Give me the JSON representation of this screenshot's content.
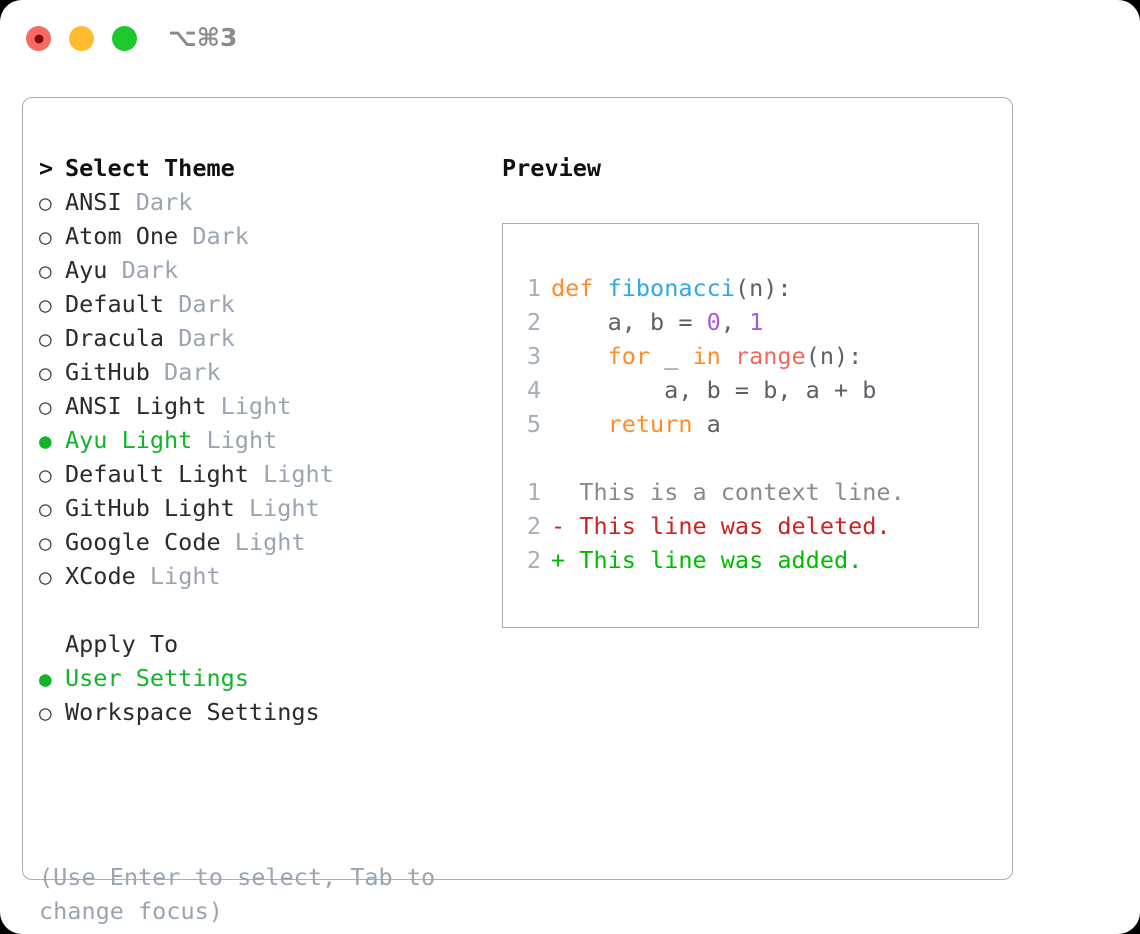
{
  "titlebar": {
    "shortcut": "⌥⌘3",
    "lights": [
      {
        "name": "close",
        "color": "#fa6a61"
      },
      {
        "name": "minimize",
        "color": "#febc2e"
      },
      {
        "name": "zoom",
        "color": "#1fc72f"
      }
    ]
  },
  "left": {
    "heading_marker": ">",
    "heading": "Select Theme",
    "themes": [
      {
        "marker": "○",
        "name": "ANSI",
        "tag": "Dark",
        "selected": false
      },
      {
        "marker": "○",
        "name": "Atom One",
        "tag": "Dark",
        "selected": false
      },
      {
        "marker": "○",
        "name": "Ayu",
        "tag": "Dark",
        "selected": false
      },
      {
        "marker": "○",
        "name": "Default",
        "tag": "Dark",
        "selected": false
      },
      {
        "marker": "○",
        "name": "Dracula",
        "tag": "Dark",
        "selected": false
      },
      {
        "marker": "○",
        "name": "GitHub",
        "tag": "Dark",
        "selected": false
      },
      {
        "marker": "○",
        "name": "ANSI Light",
        "tag": "Light",
        "selected": false
      },
      {
        "marker": "●",
        "name": "Ayu Light",
        "tag": "Light",
        "selected": true
      },
      {
        "marker": "○",
        "name": "Default Light",
        "tag": "Light",
        "selected": false
      },
      {
        "marker": "○",
        "name": "GitHub Light",
        "tag": "Light",
        "selected": false
      },
      {
        "marker": "○",
        "name": "Google Code",
        "tag": "Light",
        "selected": false
      },
      {
        "marker": "○",
        "name": "XCode",
        "tag": "Light",
        "selected": false
      }
    ],
    "apply_to_heading": "Apply To",
    "apply_to": [
      {
        "marker": "●",
        "name": "User Settings",
        "selected": true
      },
      {
        "marker": "○",
        "name": "Workspace Settings",
        "selected": false
      }
    ],
    "hint": "(Use Enter to select, Tab to change focus)"
  },
  "right": {
    "preview_label": "Preview",
    "code_lines": [
      {
        "num": "1",
        "tokens": [
          {
            "t": "def",
            "c": "kw"
          },
          {
            "t": " ",
            "c": "punct"
          },
          {
            "t": "fibonacci",
            "c": "fn"
          },
          {
            "t": "(n):",
            "c": "punct"
          }
        ]
      },
      {
        "num": "2",
        "tokens": [
          {
            "t": "    a, b = ",
            "c": "ident"
          },
          {
            "t": "0",
            "c": "num"
          },
          {
            "t": ", ",
            "c": "ident"
          },
          {
            "t": "1",
            "c": "num"
          }
        ]
      },
      {
        "num": "3",
        "tokens": [
          {
            "t": "    ",
            "c": "ident"
          },
          {
            "t": "for",
            "c": "kw"
          },
          {
            "t": " _ ",
            "c": "ident"
          },
          {
            "t": "in",
            "c": "kw"
          },
          {
            "t": " ",
            "c": "ident"
          },
          {
            "t": "range",
            "c": "bi"
          },
          {
            "t": "(n):",
            "c": "punct"
          }
        ]
      },
      {
        "num": "4",
        "tokens": [
          {
            "t": "        a, b = b, a + b",
            "c": "ident"
          }
        ]
      },
      {
        "num": "5",
        "tokens": [
          {
            "t": "    ",
            "c": "ident"
          },
          {
            "t": "return",
            "c": "kw"
          },
          {
            "t": " a",
            "c": "ident"
          }
        ]
      }
    ],
    "diff_lines": [
      {
        "num": "1",
        "sign": " ",
        "text": " This is a context line.",
        "kind": "ctx"
      },
      {
        "num": "2",
        "sign": "-",
        "text": " This line was deleted.",
        "kind": "del"
      },
      {
        "num": "2",
        "sign": "+",
        "text": " This line was added.",
        "kind": "add"
      }
    ]
  }
}
